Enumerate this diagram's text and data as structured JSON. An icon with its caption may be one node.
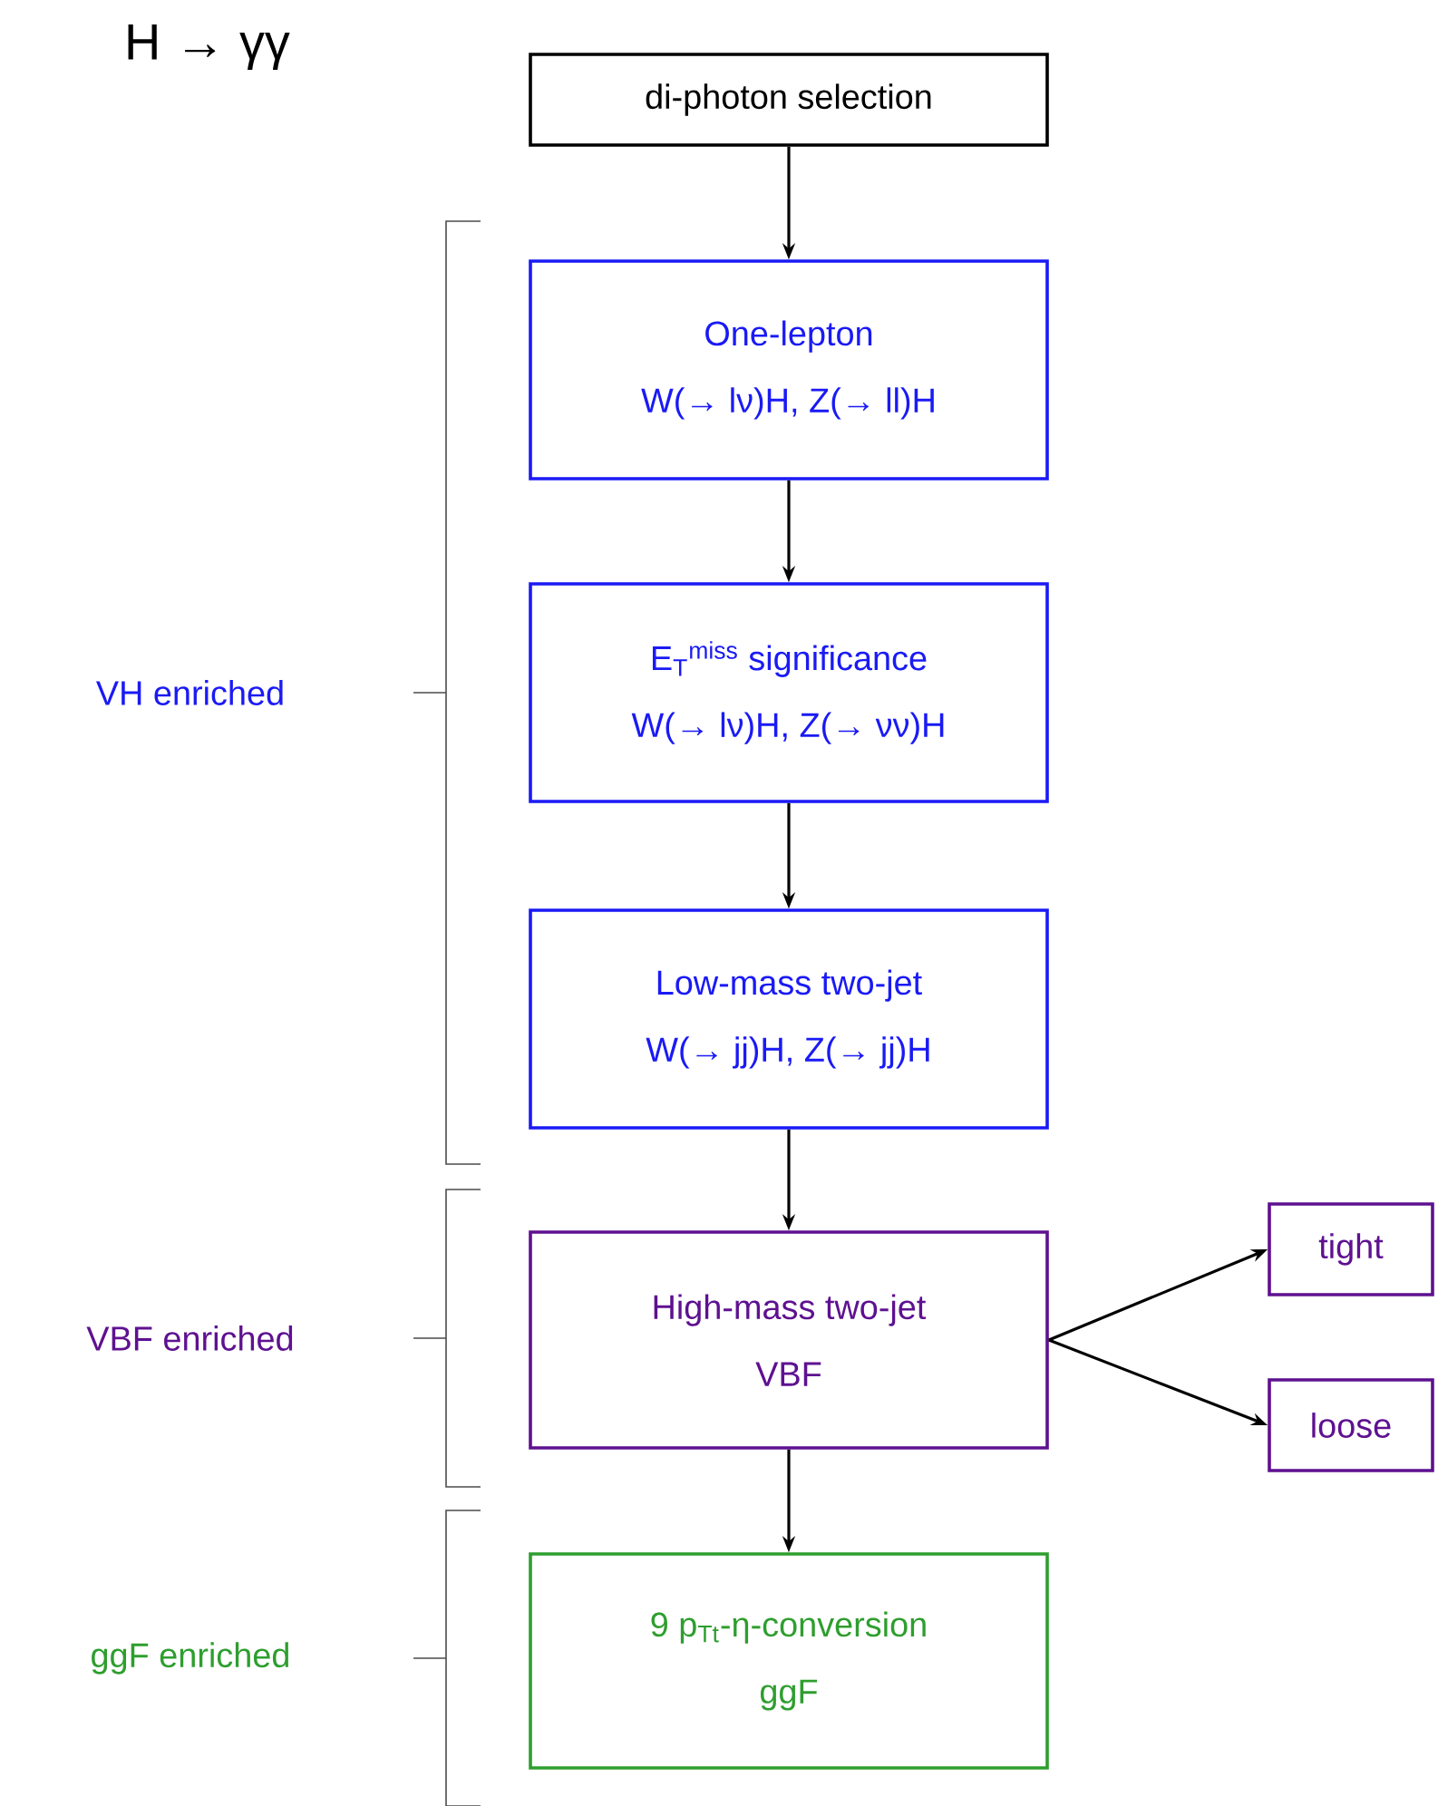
{
  "diagram": {
    "title": "H → γγ",
    "nodes": [
      {
        "text": [
          "di-photon selection"
        ]
      },
      {
        "text": [
          "One-lepton",
          "W(→ lν)H, Z(→ ll)H"
        ]
      },
      {
        "text": [
          "E$_{T}$$^{miss}$ significance",
          "W(→ lν)H, Z(→ νν)H"
        ]
      },
      {
        "text": [
          "Low-mass two-jet",
          "W(→ jj)H, Z(→ jj)H"
        ]
      },
      {
        "text": [
          "High-mass two-jet",
          "VBF"
        ]
      },
      {
        "text": [
          "tight"
        ]
      },
      {
        "text": [
          "loose"
        ]
      },
      {
        "text": [
          "9 p$_{Tt}$-η-conversion",
          "ggF"
        ]
      }
    ],
    "edges": [
      {
        "from": 0,
        "to": 1,
        "arrow": "to"
      },
      {
        "from": 1,
        "to": 2,
        "arrow": "to"
      },
      {
        "from": 2,
        "to": 3,
        "arrow": "to"
      },
      {
        "from": 3,
        "to": 4,
        "arrow": "to"
      },
      {
        "from": 4,
        "to": 5,
        "arrow": "to"
      },
      {
        "from": 4,
        "to": 6,
        "arrow": "to"
      },
      {
        "from": 4,
        "to": 7,
        "arrow": "to"
      }
    ],
    "labels": [
      "VH enriched",
      "VBF enriched",
      "ggF enriched"
    ]
  }
}
